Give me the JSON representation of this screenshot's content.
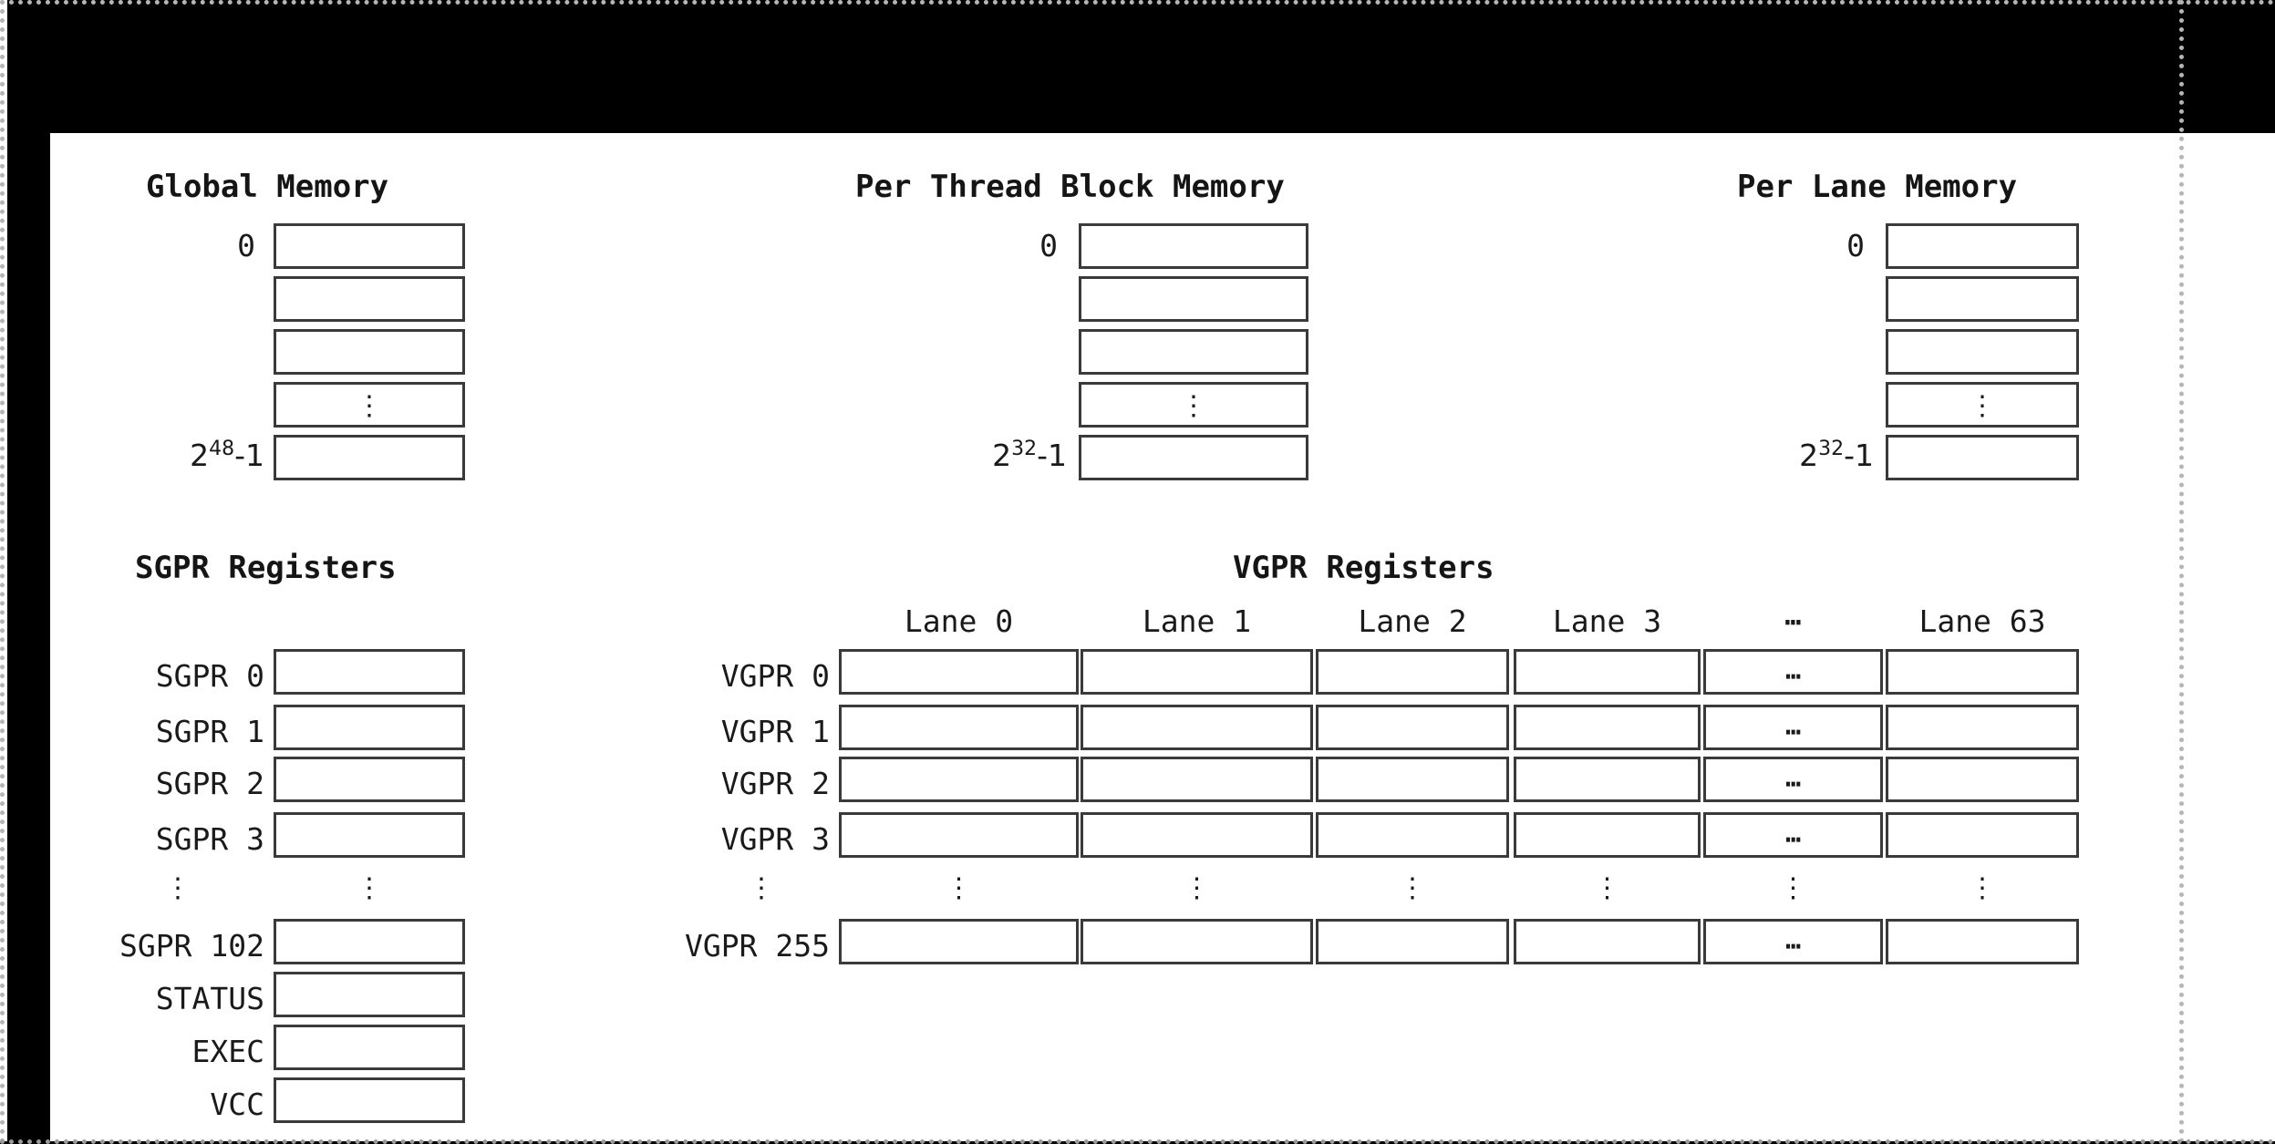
{
  "memory_blocks": [
    {
      "key": "global",
      "title": "Global Memory",
      "top_label": "0",
      "bottom_base": "2",
      "bottom_exp": "48",
      "bottom_tail": "-1",
      "rows": [
        "",
        "",
        "",
        "vdots",
        ""
      ]
    },
    {
      "key": "thread_block",
      "title": "Per Thread Block Memory",
      "top_label": "0",
      "bottom_base": "2",
      "bottom_exp": "32",
      "bottom_tail": "-1",
      "rows": [
        "",
        "",
        "",
        "vdots",
        ""
      ]
    },
    {
      "key": "lane",
      "title": "Per Lane Memory",
      "top_label": "0",
      "bottom_base": "2",
      "bottom_exp": "32",
      "bottom_tail": "-1",
      "rows": [
        "",
        "",
        "",
        "vdots",
        ""
      ]
    }
  ],
  "sgpr": {
    "title": "SGPR Registers",
    "rows": [
      "SGPR 0",
      "SGPR 1",
      "SGPR 2",
      "SGPR 3",
      "SGPR 102",
      "STATUS",
      "EXEC",
      "VCC"
    ],
    "ellipsis_label": "⋮",
    "ellipsis_cell": "⋮"
  },
  "vgpr": {
    "title": "VGPR Registers",
    "column_headers": [
      "Lane 0",
      "Lane 1",
      "Lane 2",
      "Lane 3",
      "⋯",
      "Lane 63"
    ],
    "row_headers": [
      "VGPR 0",
      "VGPR 1",
      "VGPR 2",
      "VGPR 3",
      "VGPR 255"
    ],
    "ellipsis_column_glyph": "⋯",
    "ellipsis_row_glyph": "⋮"
  },
  "colors": {
    "backdrop": "#000000",
    "page": "#ffffff",
    "box_border": "#3a3a3a",
    "text": "#1a1a1a",
    "guide": "#b5b5b5"
  }
}
